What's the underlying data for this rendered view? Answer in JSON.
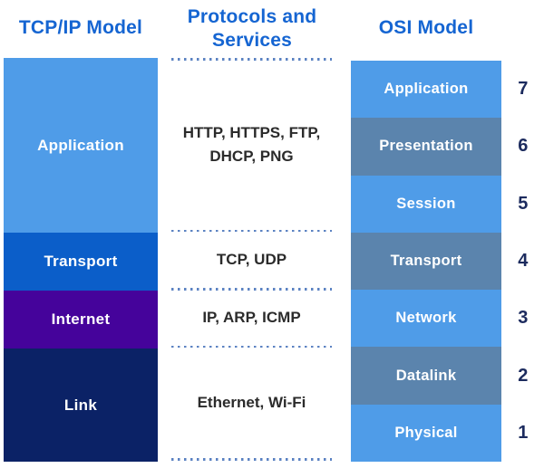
{
  "colors": {
    "header_text": "#1565d2",
    "light_blue": "#4f9ce8",
    "medium_blue": "#0b5ec9",
    "purple": "#45039b",
    "navy": "#0b2266",
    "gray_blue": "#5b84ad",
    "number_text": "#1c2b5e",
    "protocol_text": "#2b2b2b",
    "dotted_line": "#5b82c2"
  },
  "tcpip": {
    "title": "TCP/IP Model",
    "layers": [
      {
        "label": "Application",
        "color": "#4f9ce8"
      },
      {
        "label": "Transport",
        "color": "#0b5ec9"
      },
      {
        "label": "Internet",
        "color": "#45039b"
      },
      {
        "label": "Link",
        "color": "#0b2266"
      }
    ]
  },
  "protocols": {
    "title": "Protocols and Services",
    "sections": [
      {
        "text": "HTTP, HTTPS, FTP, DHCP, PNG"
      },
      {
        "text": "TCP, UDP"
      },
      {
        "text": "IP, ARP, ICMP"
      },
      {
        "text": "Ethernet, Wi-Fi"
      }
    ]
  },
  "osi": {
    "title": "OSI Model",
    "layers": [
      {
        "label": "Application",
        "number": "7",
        "color": "#4f9ce8"
      },
      {
        "label": "Presentation",
        "number": "6",
        "color": "#5b84ad"
      },
      {
        "label": "Session",
        "number": "5",
        "color": "#4f9ce8"
      },
      {
        "label": "Transport",
        "number": "4",
        "color": "#5b84ad"
      },
      {
        "label": "Network",
        "number": "3",
        "color": "#4f9ce8"
      },
      {
        "label": "Datalink",
        "number": "2",
        "color": "#5b84ad"
      },
      {
        "label": "Physical",
        "number": "1",
        "color": "#4f9ce8"
      }
    ]
  }
}
